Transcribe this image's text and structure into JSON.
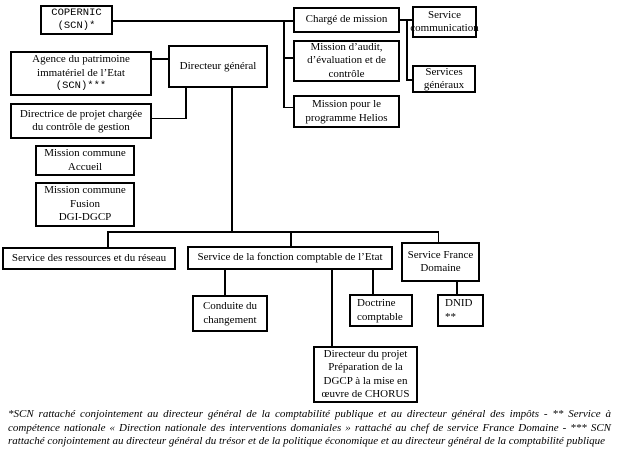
{
  "nodes": {
    "copernic": "COPERNIC\n(SCN)*",
    "charge_mission": "Chargé de mission",
    "service_communication": "Service\ncommunication",
    "agence_patrimoine": "Agence du patrimoine\nimmatériel de l’Etat",
    "agence_patrimoine_scn": "(SCN)***",
    "directeur_general": "Directeur général",
    "mission_audit": "Mission d’audit,\nd’évaluation et de\ncontrôle",
    "services_generaux": "Services\ngénéraux",
    "directrice_projet": "Directrice de projet chargée\ndu contrôle de gestion",
    "mission_helios": "Mission pour le\nprogramme Helios",
    "mission_commune_accueil": "Mission commune\nAccueil",
    "mission_commune_fusion": "Mission commune\nFusion\nDGI-DGCP",
    "service_ressources": "Service des ressources et du réseau",
    "service_fonction_comptable": "Service de la fonction comptable de l’Etat",
    "service_france_domaine": "Service France\nDomaine",
    "conduite_changement": "Conduite du\nchangement",
    "doctrine_comptable": "Doctrine\ncomptable",
    "dnid": "DNID\n**",
    "directeur_chorus": "Directeur du projet\nPréparation de la\nDGCP à la mise en\nœuvre de CHORUS"
  },
  "footnote": "*SCN rattaché conjointement au directeur général de la comptabilité publique et au directeur général des impôts - ** Service à compétence nationale « Direction nationale des interventions domaniales » rattaché au chef de service France Domaine - *** SCN rattaché conjointement au directeur général du trésor et de la politique économique et au directeur général de la comptabilité publique",
  "colors": {
    "line": "#000000",
    "background": "#ffffff",
    "text": "#000000"
  }
}
